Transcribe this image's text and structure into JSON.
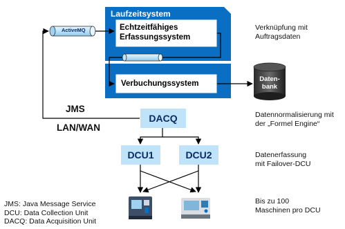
{
  "colors": {
    "primary_blue": "#0a6fc2",
    "light_blue": "#bfe3f8",
    "dark_navy": "#0a2a66",
    "line": "#000000"
  },
  "system": {
    "title": "Laufzeitsystem",
    "capture_system": "Echtzeitfähiges\nErfassungssystem",
    "booking_system": "Verbuchungssystem"
  },
  "queue": {
    "label": "ActiveMQ"
  },
  "database": {
    "label": "Daten-\nbank"
  },
  "network": {
    "jms": "JMS",
    "lan_wan": "LAN/WAN"
  },
  "nodes": {
    "dacq": "DACQ",
    "dcu1": "DCU1",
    "dcu2": "DCU2"
  },
  "machines": {
    "icon_left": "cnc-machine-icon",
    "icon_right": "lathe-machine-icon"
  },
  "notes": {
    "n1": "Verknüpfung mit\nAuftragsdaten",
    "n2": "Datennormalisierung mit\nder „Formel Engine“",
    "n3": "Datenerfassung\nmit Failover-DCU",
    "n4": "Bis zu 100\nMaschinen pro DCU"
  },
  "legend": {
    "jms": "JMS: Java Message Service",
    "dcu": "DCU: Data Collection Unit",
    "dacq": "DACQ: Data Acquisition Unit"
  }
}
